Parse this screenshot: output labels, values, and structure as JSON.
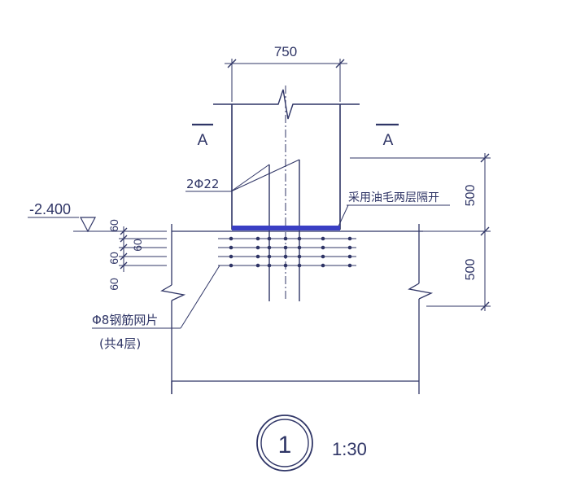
{
  "drawing": {
    "dim_width": "750",
    "dim_top": "500",
    "dim_bottom": "500",
    "section_label_left": "A",
    "section_label_right": "A",
    "rebar_label": "2Φ22",
    "separation_note": "采用油毛两层隔开",
    "elevation": "-2.400",
    "spacing_1": "60",
    "spacing_2": "60",
    "spacing_3": "60",
    "spacing_4": "60",
    "mesh_label": "Φ8钢筋网片",
    "mesh_layers": "(共4层)",
    "detail_number": "1",
    "scale": "1:30"
  },
  "colors": {
    "ink": "#2f3566",
    "felt": "#3a3fc4"
  }
}
